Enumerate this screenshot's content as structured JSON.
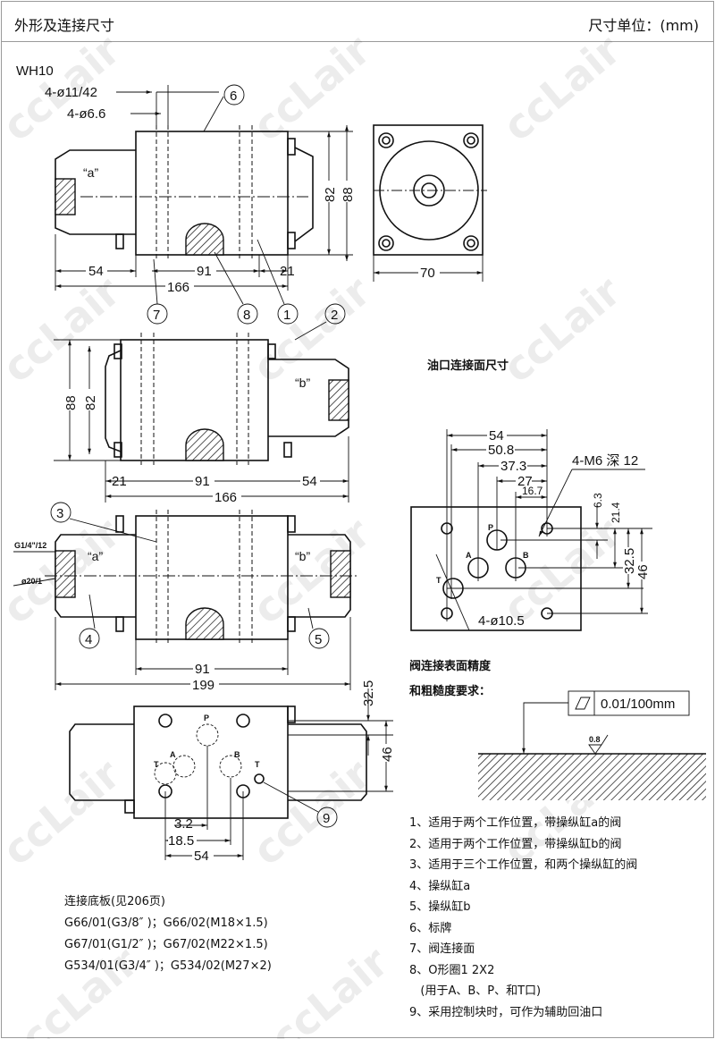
{
  "header": {
    "title": "外形及连接尺寸",
    "unit": "尺寸单位：(mm)"
  },
  "model": "WH10",
  "watermark": "ccLair",
  "view_front_a": {
    "hole_callout_1": "4-ø11/42",
    "hole_callout_2": "4-ø6.6",
    "label_a": "“a”",
    "dim_54": "54",
    "dim_91": "91",
    "dim_21": "21",
    "dim_166": "166",
    "dim_82": "82",
    "dim_88": "88"
  },
  "view_side": {
    "dim_70": "70"
  },
  "view_front_b": {
    "label_b": "“b”",
    "dim_88": "88",
    "dim_82": "82",
    "dim_21": "21",
    "dim_91": "91",
    "dim_54": "54",
    "dim_166": "166"
  },
  "view_front_ab": {
    "label_a": "“a”",
    "label_b": "“b”",
    "port_thread": "G1/4\"/12",
    "port_dia": "ø20/1",
    "dim_91": "91",
    "dim_199": "199"
  },
  "view_bottom": {
    "port_p": "P",
    "port_a": "A",
    "port_b": "B",
    "port_t1": "T",
    "port_t2": "T",
    "dim_32_5": "32.5",
    "dim_46": "46",
    "dim_3_2": "3.2",
    "dim_18_5": "18.5",
    "dim_54": "54"
  },
  "balloons": [
    "1",
    "2",
    "3",
    "4",
    "5",
    "6",
    "7",
    "8",
    "9"
  ],
  "port_interface": {
    "title": "油口连接面尺寸",
    "dim_54": "54",
    "dim_50_8": "50.8",
    "dim_37_3": "37.3",
    "dim_27": "27",
    "dim_16_7": "16.7",
    "thread_callout": "4-M6 深  12",
    "dim_6_3": "6.3",
    "dim_21_4": "21.4",
    "dim_32_5": "32.5",
    "dim_46": "46",
    "hole_callout": "4-ø10.5",
    "port_p": "P",
    "port_a": "A",
    "port_b": "B",
    "port_t": "T"
  },
  "surface": {
    "title_line1": "阀连接表面精度",
    "title_line2": "和粗糙度要求：",
    "flatness": "0.01/100mm",
    "roughness": "0.8"
  },
  "notes": [
    "1、适用于两个工作位置，带操纵缸a的阀",
    "2、适用于两个工作位置，带操纵缸b的阀",
    "3、适用于三个工作位置，和两个操纵缸的阀",
    "4、操纵缸a",
    "5、操纵缸b",
    "6、标牌",
    "7、阀连接面",
    "8、O形圈1 2X2",
    "   (用于A、B、P、和T口)",
    "9、采用控制块时，可作为辅助回油口"
  ],
  "subplates": {
    "title": "连接底板(见206页)",
    "rows": [
      "G66/01(G3/8″ )；G66/02(M18×1.5)",
      "G67/01(G1/2″ )；G67/02(M22×1.5)",
      "G534/01(G3/4″ )；G534/02(M27×2)"
    ]
  }
}
